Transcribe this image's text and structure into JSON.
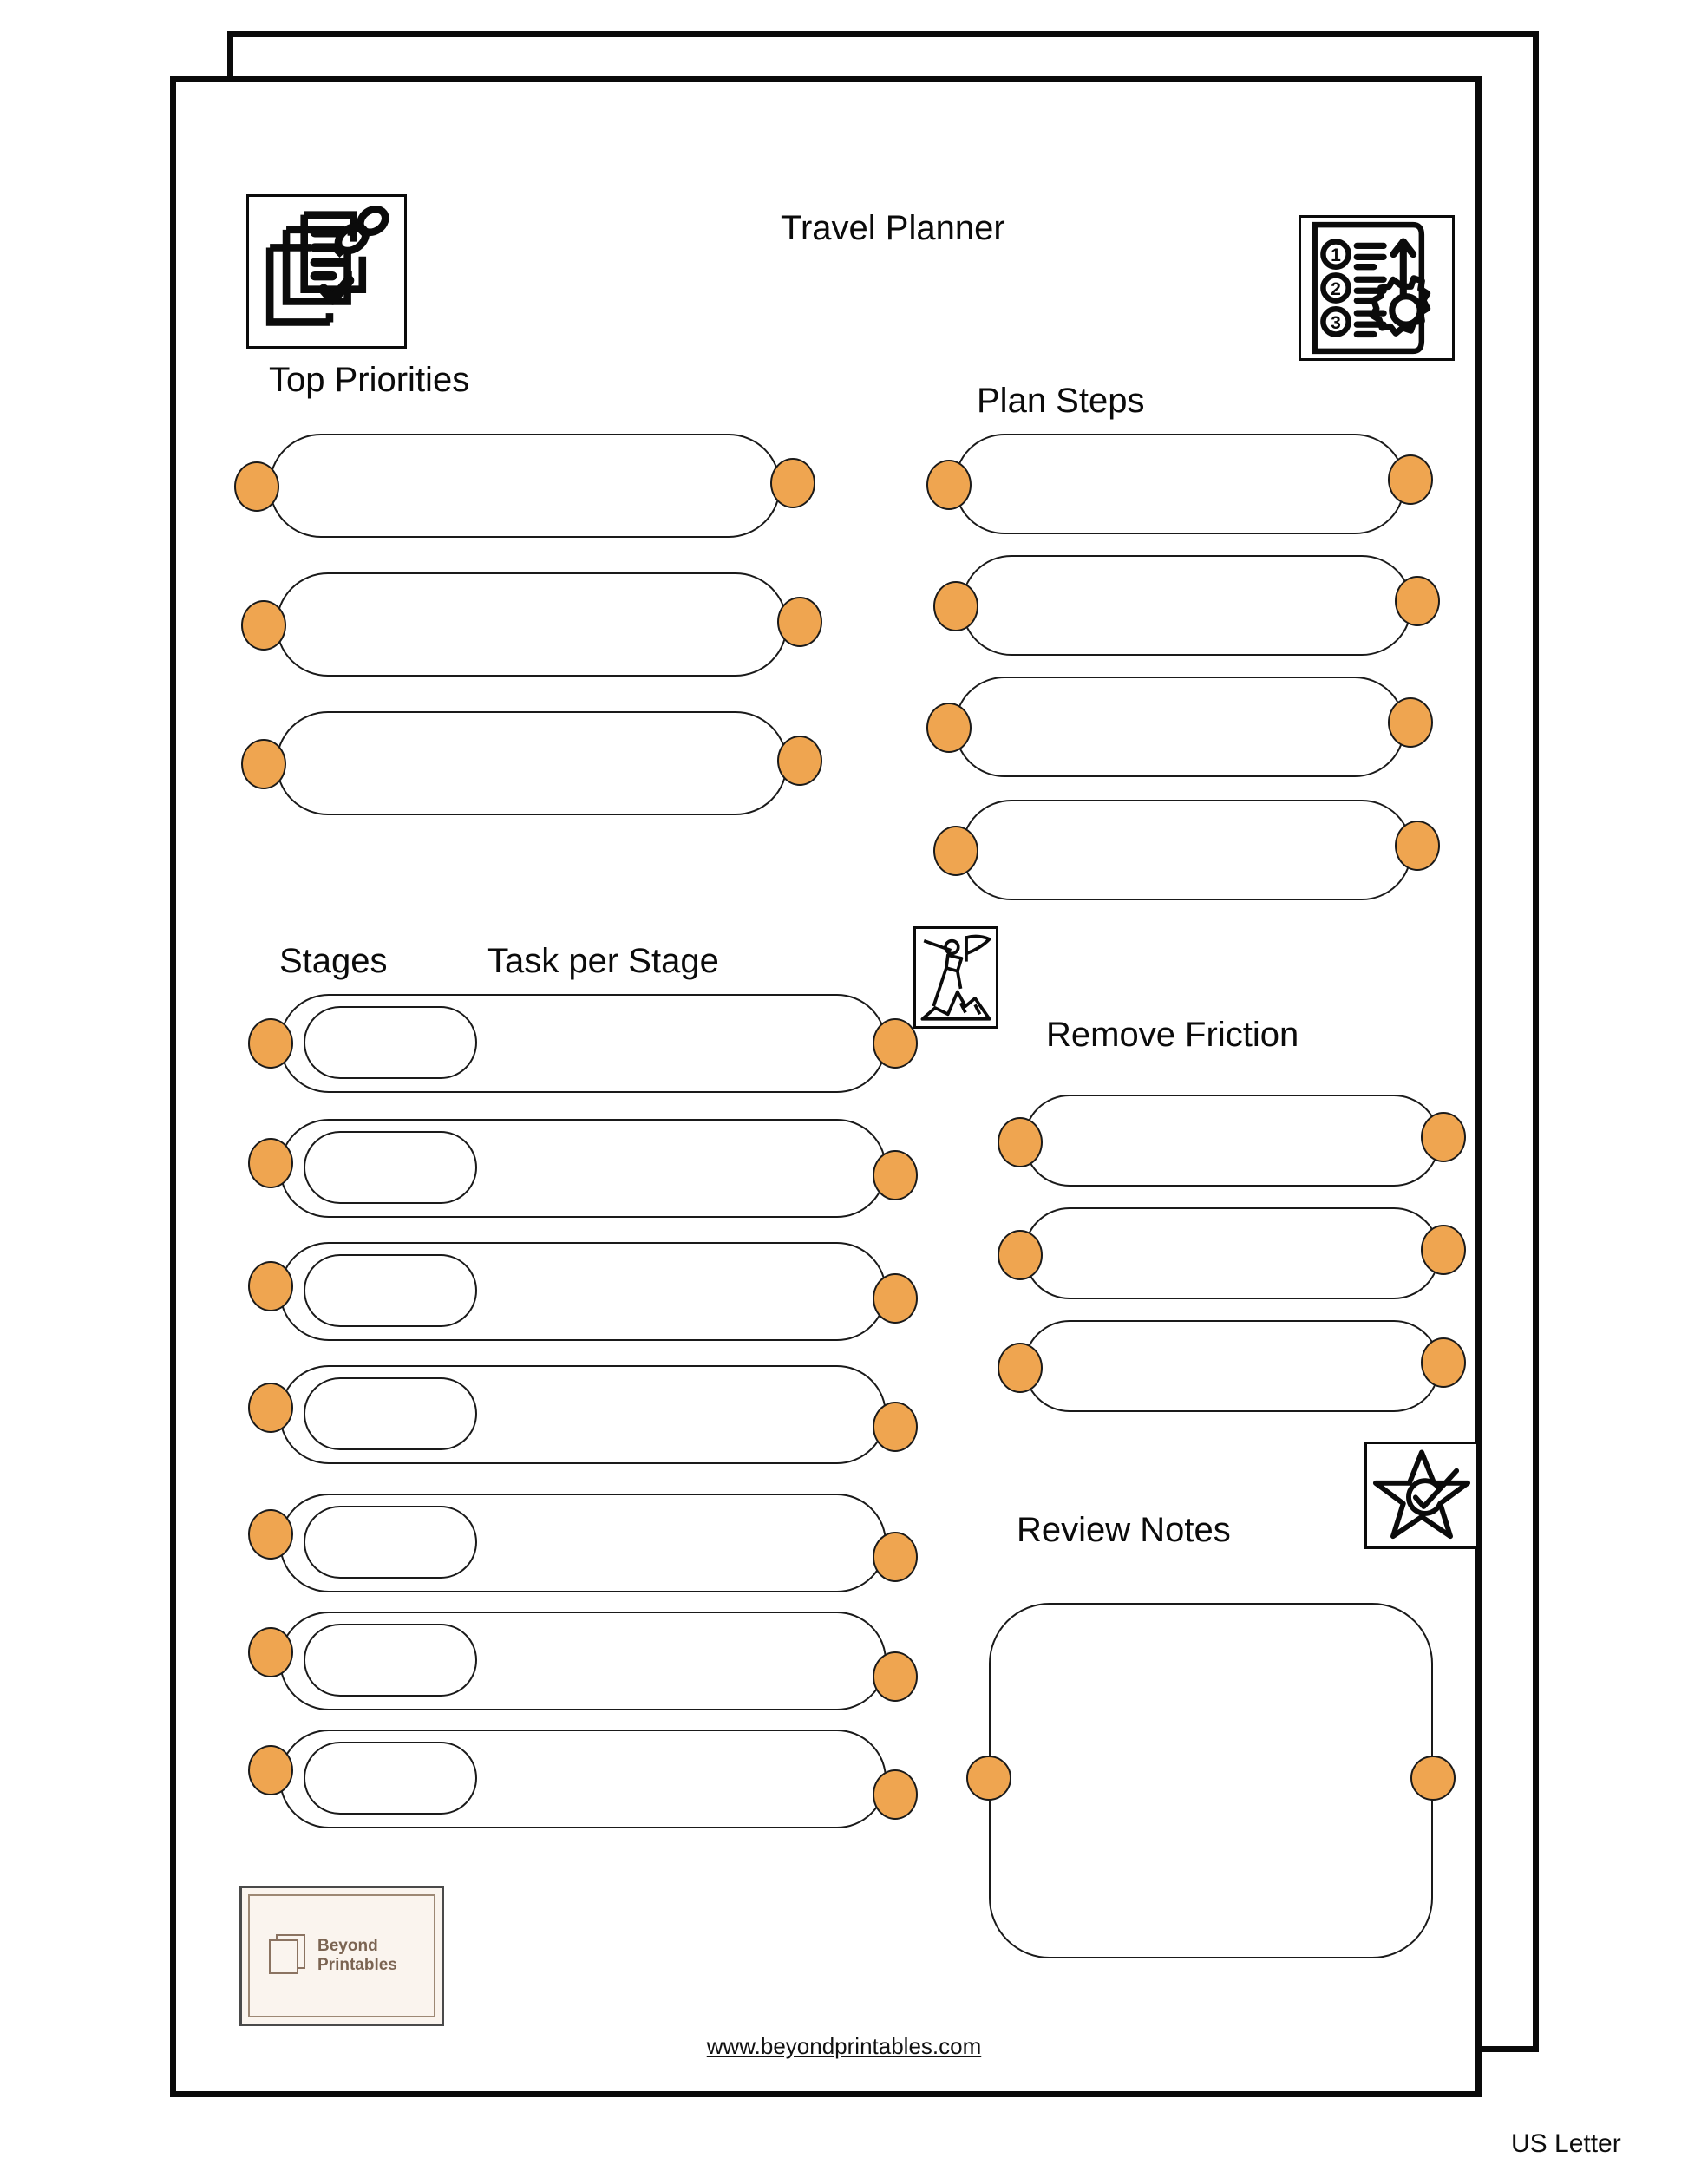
{
  "document": {
    "title": "Travel Planner",
    "paper_size_label": "US Letter",
    "footer_url": "www.beyondprintables.com",
    "accent_color": "#EFA550",
    "line_color": "#1A1A1A",
    "page_background": "#FFFFFF"
  },
  "brand": {
    "name_line1": "Beyond",
    "name_line2": "Printables",
    "box_color": "#FAF4EE",
    "text_color": "#7B6452",
    "border_color": "#8B7361"
  },
  "sections": {
    "top_priorities": {
      "heading": "Top Priorities",
      "icon": "documents-with-pin-icon",
      "row_count": 3,
      "rows": [
        {
          "value": "",
          "placeholder": ""
        },
        {
          "value": "",
          "placeholder": ""
        },
        {
          "value": "",
          "placeholder": ""
        }
      ]
    },
    "plan_steps": {
      "heading": "Plan Steps",
      "icon": "numbered-list-gear-icon",
      "row_count": 4,
      "rows": [
        {
          "value": "",
          "placeholder": ""
        },
        {
          "value": "",
          "placeholder": ""
        },
        {
          "value": "",
          "placeholder": ""
        },
        {
          "value": "",
          "placeholder": ""
        }
      ]
    },
    "stages": {
      "heading_left": "Stages",
      "heading_right": "Task per Stage",
      "icon": "climber-flag-icon",
      "row_count": 7,
      "rows": [
        {
          "stage": "",
          "task": ""
        },
        {
          "stage": "",
          "task": ""
        },
        {
          "stage": "",
          "task": ""
        },
        {
          "stage": "",
          "task": ""
        },
        {
          "stage": "",
          "task": ""
        },
        {
          "stage": "",
          "task": ""
        },
        {
          "stage": "",
          "task": ""
        }
      ]
    },
    "remove_friction": {
      "heading": "Remove Friction",
      "row_count": 3,
      "rows": [
        {
          "value": "",
          "placeholder": ""
        },
        {
          "value": "",
          "placeholder": ""
        },
        {
          "value": "",
          "placeholder": ""
        }
      ]
    },
    "review_notes": {
      "heading": "Review Notes",
      "icon": "star-check-icon",
      "value": "",
      "placeholder": ""
    }
  }
}
